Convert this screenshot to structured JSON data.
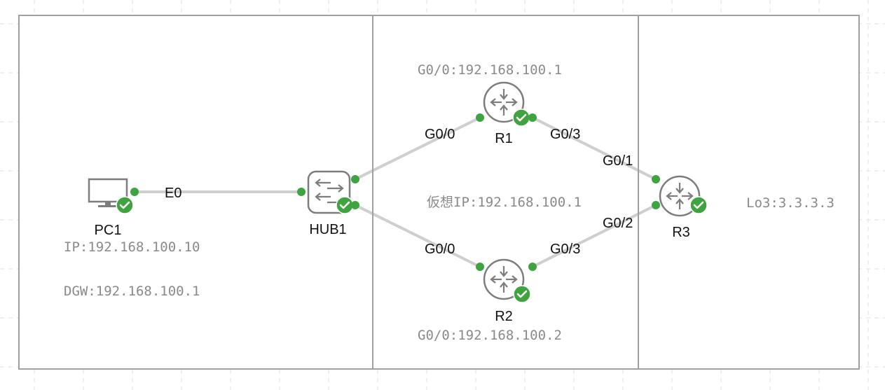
{
  "diagram": {
    "title": "",
    "colors": {
      "port_up": "#3fa33f",
      "status_ok": "#3fa33f",
      "link": "#cfcfcf",
      "icon": "#7d7d7d",
      "border": "#a0a0a0",
      "grid": "#e2e2e2",
      "note_text": "#8a8a8a"
    },
    "zones": [
      {
        "id": "lan"
      },
      {
        "id": "hsrp"
      },
      {
        "id": "remote"
      }
    ],
    "nodes": [
      {
        "id": "pc1",
        "label": "PC1",
        "type": "pc",
        "status": "ok",
        "icon": "monitor-icon"
      },
      {
        "id": "hub1",
        "label": "HUB1",
        "type": "hub",
        "status": "ok",
        "icon": "hub-icon"
      },
      {
        "id": "r1",
        "label": "R1",
        "type": "router",
        "status": "ok",
        "icon": "router-icon"
      },
      {
        "id": "r2",
        "label": "R2",
        "type": "router",
        "status": "ok",
        "icon": "router-icon"
      },
      {
        "id": "r3",
        "label": "R3",
        "type": "router",
        "status": "ok",
        "icon": "router-icon"
      }
    ],
    "links": [
      {
        "from": "pc1",
        "to": "hub1",
        "from_port": "E0",
        "to_port": ""
      },
      {
        "from": "hub1",
        "to": "r1",
        "from_port": "",
        "to_port": "G0/0"
      },
      {
        "from": "hub1",
        "to": "r2",
        "from_port": "",
        "to_port": "G0/0"
      },
      {
        "from": "r1",
        "to": "r3",
        "from_port": "G0/3",
        "to_port": "G0/1"
      },
      {
        "from": "r2",
        "to": "r3",
        "from_port": "G0/3",
        "to_port": "G0/2"
      }
    ],
    "notes": {
      "r1_ip": "G0/0:192.168.100.1",
      "r2_ip": "G0/0:192.168.100.2",
      "virtual_ip": "仮想IP:192.168.100.1",
      "pc1_ip": "IP:192.168.100.10",
      "pc1_gw": "DGW:192.168.100.1",
      "r3_loopback": "Lo3:3.3.3.3"
    }
  }
}
